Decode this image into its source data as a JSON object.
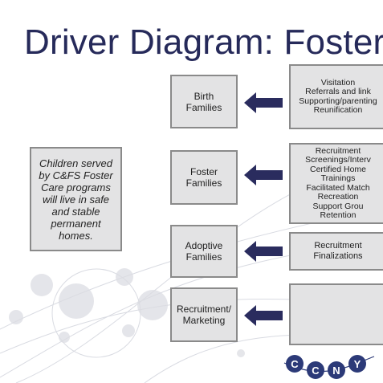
{
  "slide": {
    "title": "Driver Diagram: Foster"
  },
  "aim": {
    "text": "Children served\nby C&FS Foster\nCare programs\nwill live in safe\nand stable\npermanent\nhomes."
  },
  "drivers": [
    {
      "label": "Birth\nFamilies"
    },
    {
      "label": "Foster\nFamilies"
    },
    {
      "label": "Adoptive\nFamilies"
    },
    {
      "label": "Recruitment/\nMarketing"
    }
  ],
  "change_ideas": [
    {
      "items": [
        "Visitation",
        "Referrals and link",
        "Supporting/parenting",
        "Reunification"
      ]
    },
    {
      "items": [
        "Recruitment",
        "Screenings/Interv",
        "Certified Home",
        "Trainings",
        "Facilitated Match",
        "Recreation",
        "Support Grou",
        "Retention"
      ]
    },
    {
      "items": [
        "Recruitment",
        "Finalizations"
      ]
    },
    {
      "items": []
    }
  ],
  "logo": {
    "letters": [
      "C",
      "C",
      "N",
      "Y"
    ]
  },
  "colors": {
    "title": "#262a5a",
    "box_fill": "#e3e3e4",
    "box_border": "#8a8a8a",
    "arrow": "#2a2c5e",
    "logo": "#2c3a78"
  }
}
